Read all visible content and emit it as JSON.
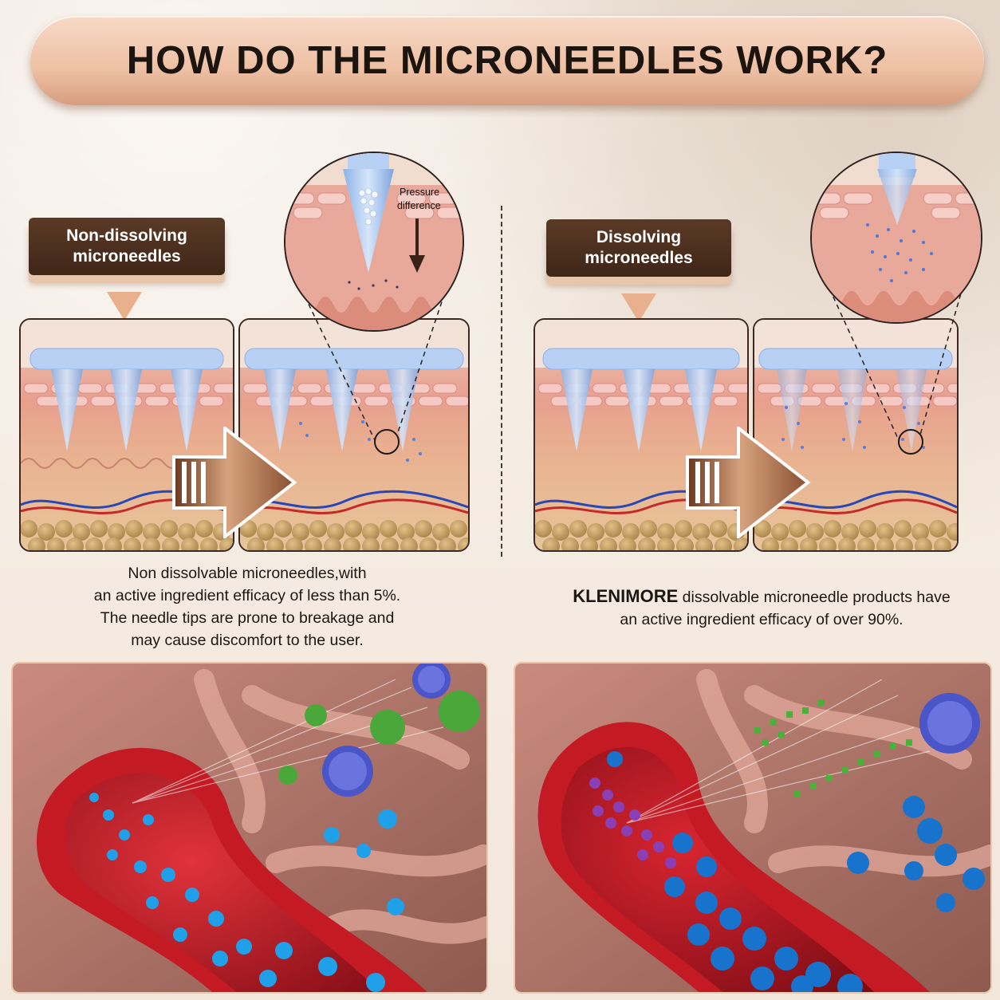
{
  "title": "HOW DO THE MICRONEEDLES WORK?",
  "left": {
    "label_line1": "Non-dissolving",
    "label_line2": "microneedles",
    "zoom_note_line1": "Pressure",
    "zoom_note_line2": "difference",
    "caption_line1": "Non dissolvable microneedles,with",
    "caption_line2": "an active ingredient efficacy of less than 5%.",
    "caption_line3": "The needle tips are prone to breakage and",
    "caption_line4": "may cause discomfort to the user."
  },
  "right": {
    "label_line1": "Dissolving",
    "label_line2": "microneedles",
    "brand": "KLENIMORE",
    "caption_line1_rest": " dissolvable microneedle products have",
    "caption_line2": "an active ingredient efficacy of over 90%."
  },
  "colors": {
    "banner": "#eec0a4",
    "label_bg": "#4a2e1c",
    "needle": "#a9c6ee",
    "vessel": "#b3131f",
    "particle_blue": "#2b9fe0",
    "particle_purple": "#8b3fb5",
    "particle_green": "#4caf3a"
  }
}
